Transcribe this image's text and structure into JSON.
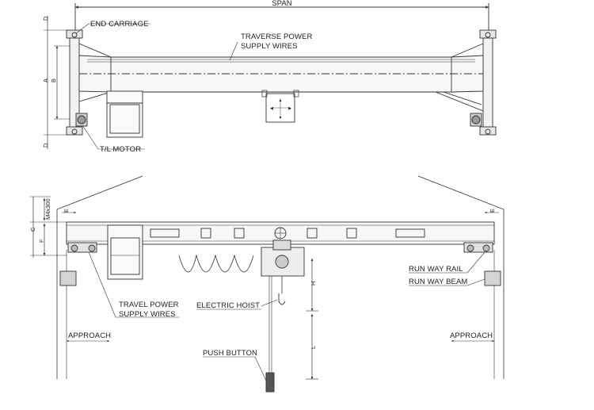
{
  "top_view": {
    "span_label": "SPAN",
    "end_carriage_label": "END CARRIAGE",
    "traverse_power_line1": "TRAVERSE POWER",
    "traverse_power_line2": "SUPPLY WIRES",
    "tl_motor_label": "T/L MOTOR",
    "dim_D_top": "D",
    "dim_D_bottom": "D",
    "dim_A": "A",
    "dim_B": "B"
  },
  "control_box": {
    "up": "▲",
    "down": "▼",
    "left": "◀",
    "right": "▶"
  },
  "side_view": {
    "dim_C": "C",
    "dim_F": "F",
    "dim_Mx": "M4x300",
    "dim_E_left": "E",
    "dim_E_right": "E",
    "dim_H": "H",
    "dim_L": "L",
    "travel_power_line1": "TRAVEL POWER",
    "travel_power_line2": "SUPPLY WIRES",
    "electric_hoist_label": "ELECTRIC HOIST",
    "push_button_label": "PUSH BUTTON",
    "run_way_rail_label": "RUN WAY RAIL",
    "run_way_beam_label": "RUN WAY BEAM",
    "approach_left_label": "APPROACH",
    "approach_right_label": "APPROACH"
  }
}
